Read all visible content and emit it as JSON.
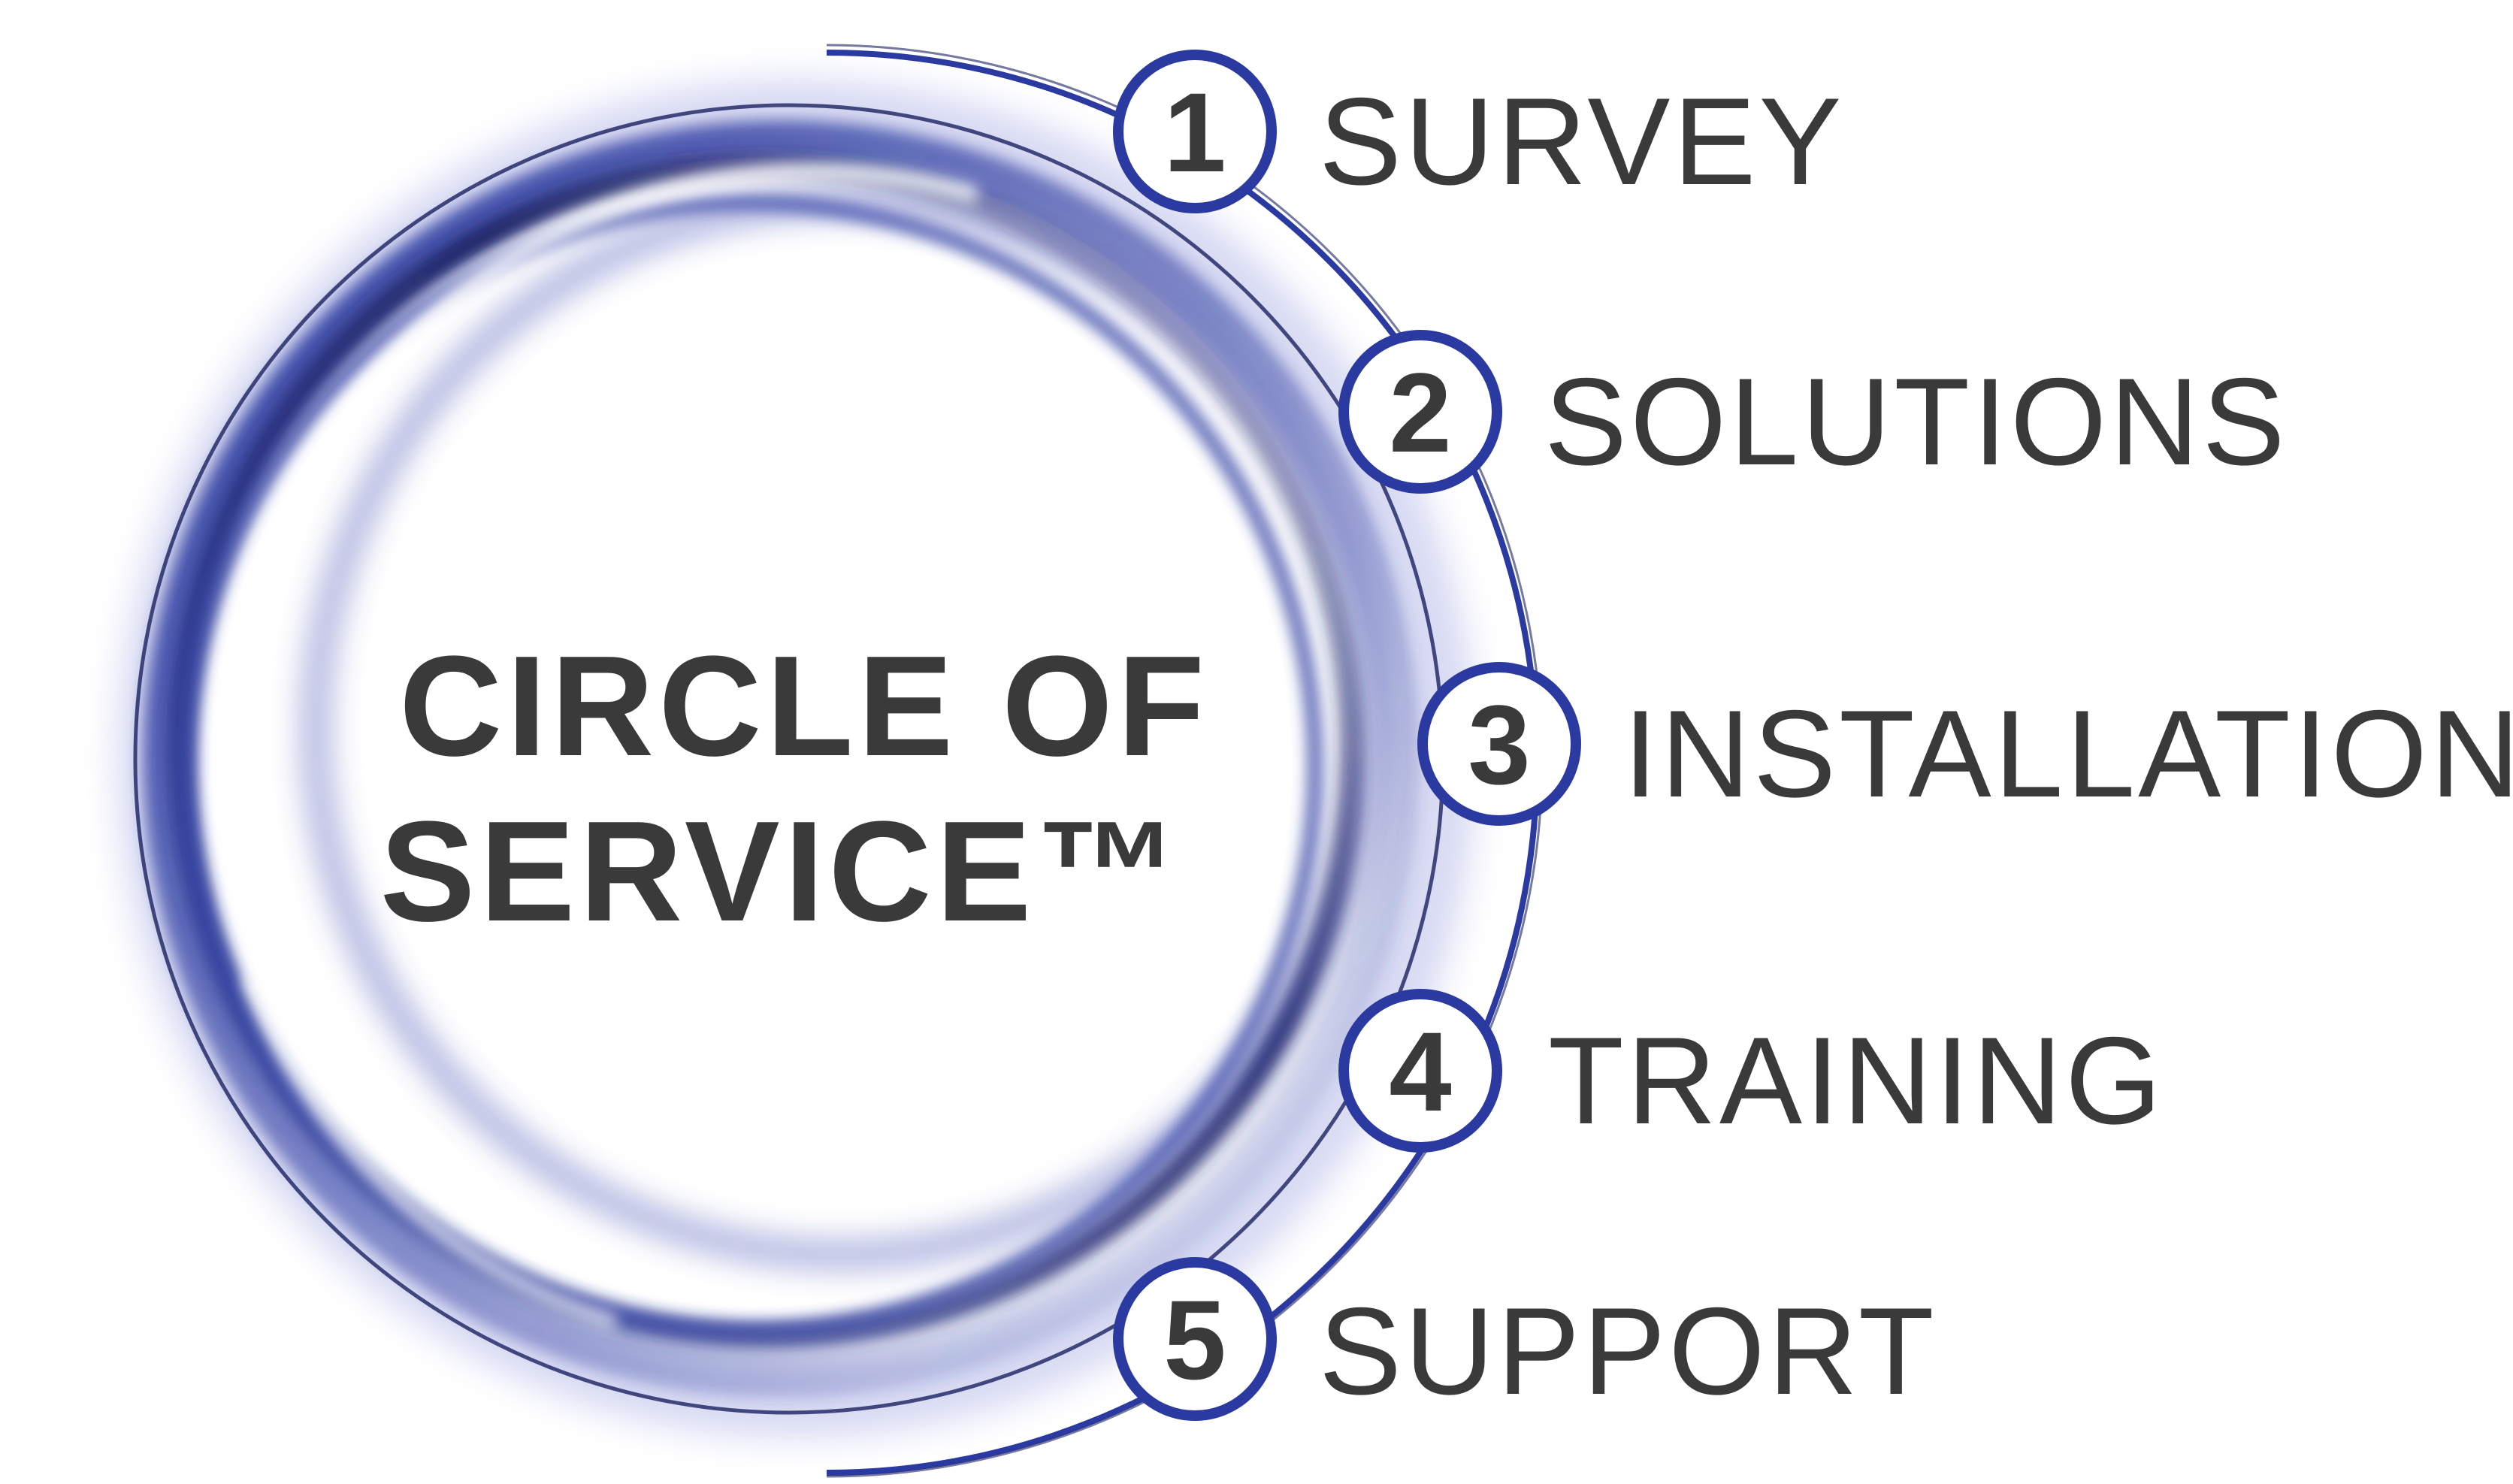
{
  "diagram": {
    "title_line_1": "CIRCLE OF",
    "title_line_2": "SERVICE™",
    "steps": [
      {
        "number": "1",
        "label": "SURVEY"
      },
      {
        "number": "2",
        "label": "SOLUTIONS"
      },
      {
        "number": "3",
        "label": "INSTALLATION"
      },
      {
        "number": "4",
        "label": "TRAINING"
      },
      {
        "number": "5",
        "label": "SUPPORT"
      }
    ]
  },
  "colors": {
    "ring_blue": "#2b3aa0",
    "ring_dark": "#1a2060",
    "text": "#3a3a3a",
    "background": "#ffffff"
  }
}
